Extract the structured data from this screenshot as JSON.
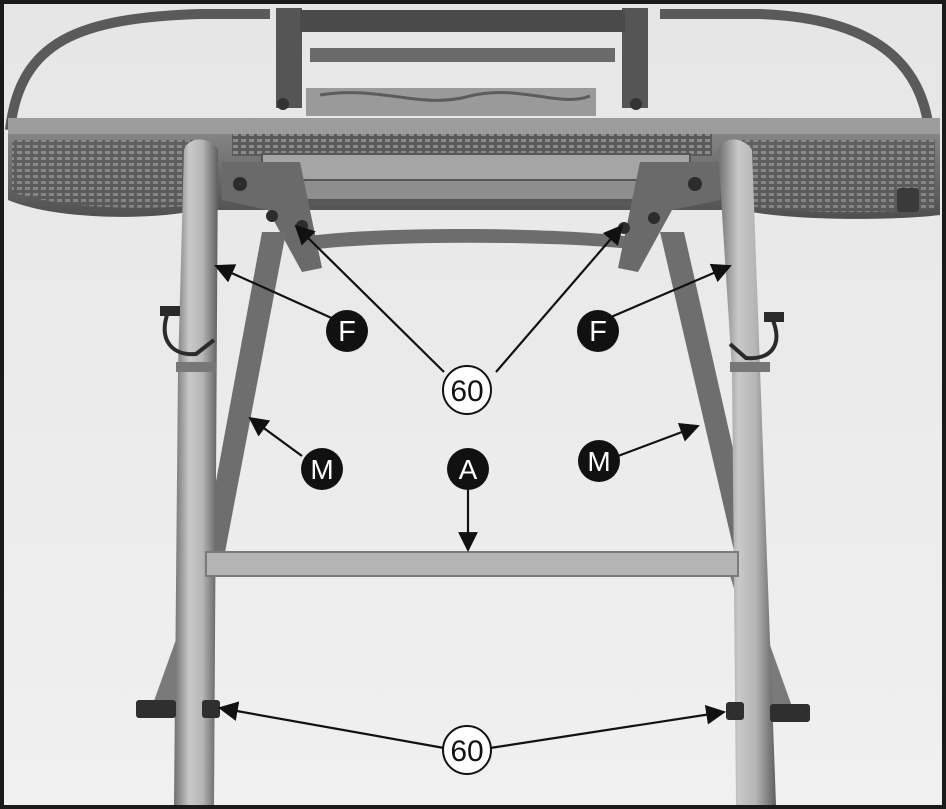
{
  "figure": {
    "callouts": {
      "F_left": "F",
      "F_right": "F",
      "ref60_top": "60",
      "M_left": "M",
      "M_right": "M",
      "A": "A",
      "ref60_bottom": "60"
    }
  }
}
